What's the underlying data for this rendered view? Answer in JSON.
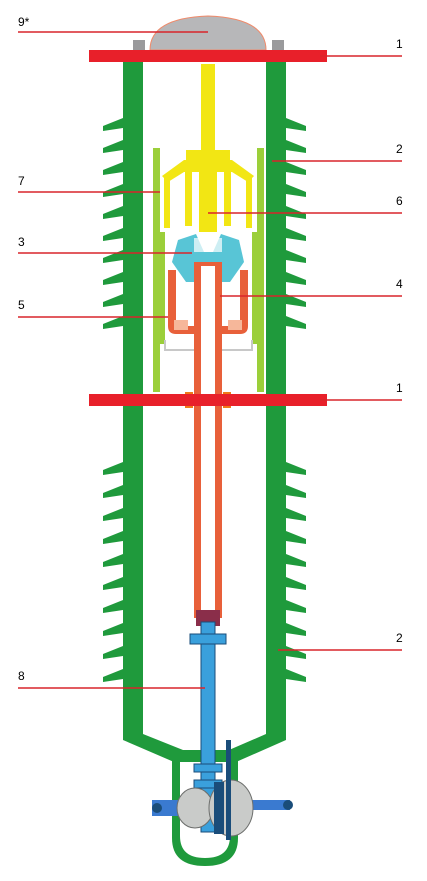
{
  "labels": {
    "l1_top": "1",
    "l2_top": "2",
    "l9": "9*",
    "l7": "7",
    "l6": "6",
    "l3": "3",
    "l4": "4",
    "l5": "5",
    "l1_mid": "1",
    "l2_bot": "2",
    "l8": "8"
  },
  "colors": {
    "leader": "#d9252b",
    "flange": "#e8202a",
    "insulator": "#1f9a3c",
    "shield": "#9bcf3a",
    "fixed_contact": "#f2e614",
    "nozzle": "#58c5d6",
    "tube": "#e8603a",
    "rod": "#3aa0dc",
    "cap": "#b7b7b9"
  }
}
